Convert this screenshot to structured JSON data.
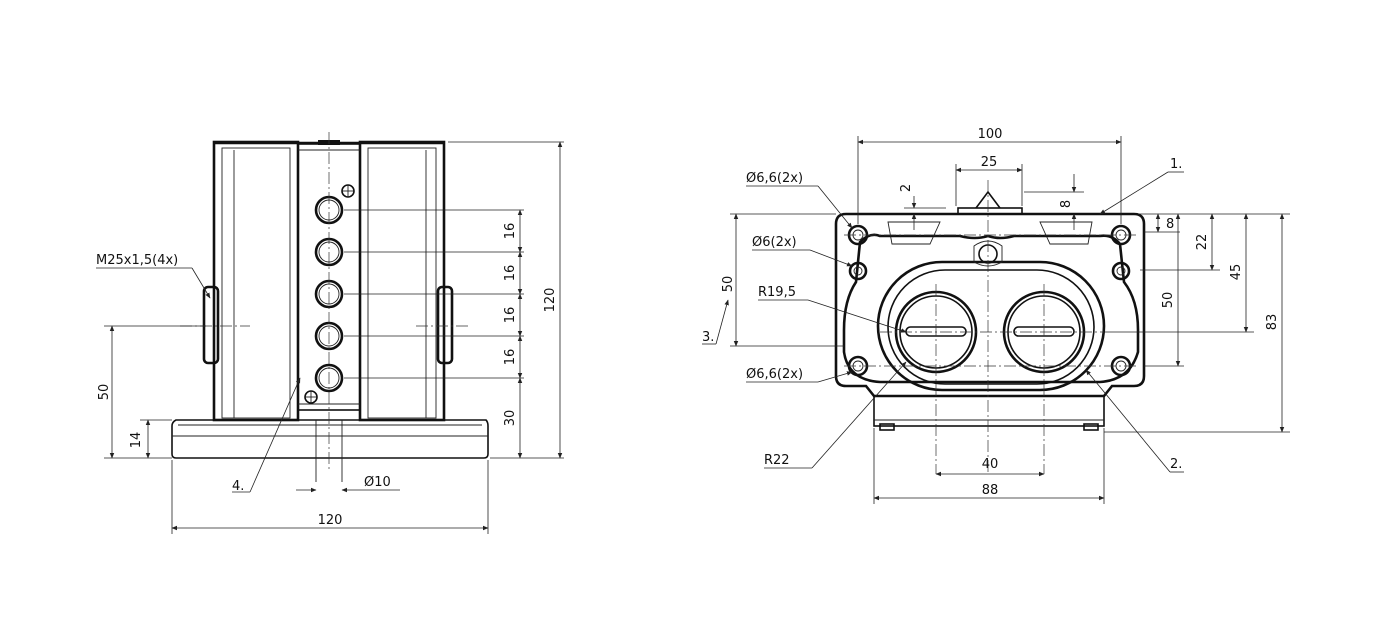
{
  "front_view": {
    "thread_label": "M25x1,5(4x)",
    "pitch_labels": [
      "16",
      "16",
      "16",
      "16"
    ],
    "base_to_button_label": "30",
    "height_label": "120",
    "conduit_height_label": "50",
    "base_thickness_label": "14",
    "hole_diameter_label": "Ø10",
    "width_label": "120",
    "callout_4": "4."
  },
  "top_view": {
    "width_label": "100",
    "center_label": "25",
    "offset_2_label": "2",
    "offset_8_top_label": "8",
    "hole_top_label": "Ø6,6(2x)",
    "hole_mid_label": "Ø6(2x)",
    "radius_inner_label": "R19,5",
    "hole_bottom_label": "Ø6,6(2x)",
    "radius_outer_label": "R22",
    "left_50_label": "50",
    "callout_3": "3.",
    "right_8_label": "8",
    "right_22_label": "22",
    "right_45_label": "45",
    "right_50_label": "50",
    "right_83_label": "83",
    "hole_spacing_label": "40",
    "base_width_label": "88",
    "callout_1": "1.",
    "callout_2": "2."
  }
}
